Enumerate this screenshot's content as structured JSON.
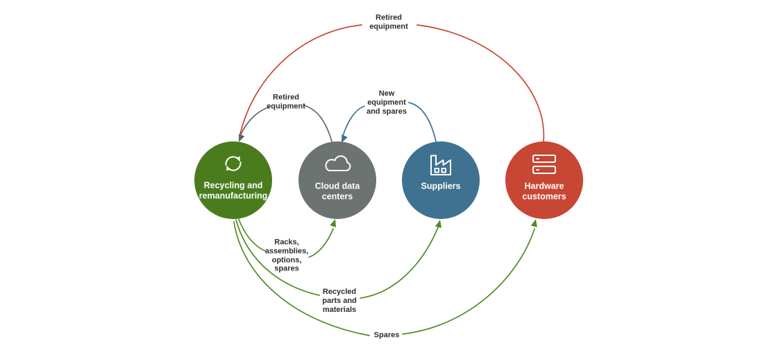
{
  "diagram": {
    "background": "#ffffff",
    "nodes": [
      {
        "id": "recycling",
        "label": "Recycling and\nremanufacturing",
        "color": "#4a7c1e",
        "icon": "recycle-icon"
      },
      {
        "id": "cloud",
        "label": "Cloud data\ncenters",
        "color": "#6c7370",
        "icon": "cloud-icon"
      },
      {
        "id": "suppliers",
        "label": "Suppliers",
        "color": "#3f7290",
        "icon": "factory-icon"
      },
      {
        "id": "customers",
        "label": "Hardware\ncustomers",
        "color": "#c74634",
        "icon": "servers-icon"
      }
    ],
    "edges": [
      {
        "label": "Retired\nequipment",
        "from": "customers",
        "to": "recycling",
        "color": "#cb4430"
      },
      {
        "label": "Retired\nequipment",
        "from": "cloud",
        "to": "recycling",
        "color": "#5c666c"
      },
      {
        "label": "New\nequipment\nand spares",
        "from": "suppliers",
        "to": "cloud",
        "color": "#3c7093"
      },
      {
        "label": "Racks,\nassemblies,\noptions,\nspares",
        "from": "recycling",
        "to": "cloud",
        "color": "#4e8b25"
      },
      {
        "label": "Recycled\nparts and\nmaterials",
        "from": "recycling",
        "to": "suppliers",
        "color": "#4e8b25"
      },
      {
        "label": "Spares",
        "from": "recycling",
        "to": "customers",
        "color": "#4e8b25"
      }
    ]
  }
}
